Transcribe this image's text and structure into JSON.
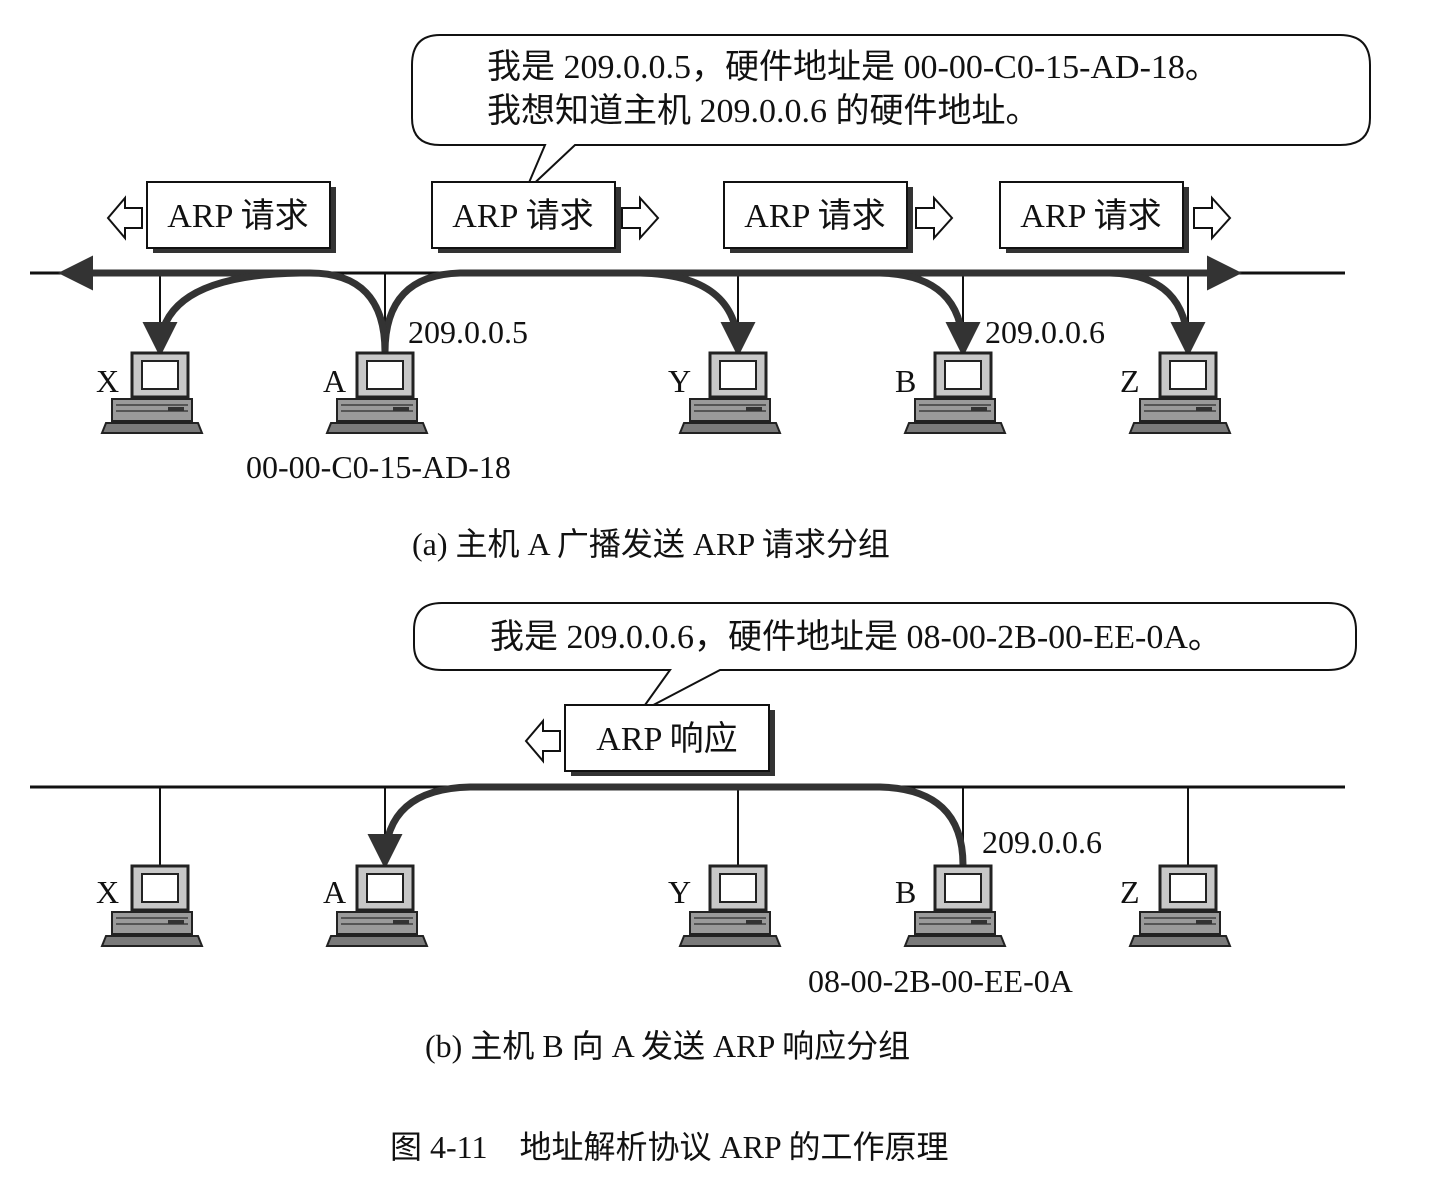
{
  "panel_a": {
    "bubble_line1": "我是 209.0.0.5，硬件地址是 00-00-C0-15-AD-18。",
    "bubble_line2": "我想知道主机 209.0.0.6 的硬件地址。",
    "packet_label": "ARP 请求",
    "hosts": [
      "X",
      "A",
      "Y",
      "B",
      "Z"
    ],
    "a_ip": "209.0.0.5",
    "b_ip": "209.0.0.6",
    "a_mac": "00-00-C0-15-AD-18",
    "caption": "(a) 主机 A 广播发送 ARP 请求分组"
  },
  "panel_b": {
    "bubble_line1": "我是 209.0.0.6，硬件地址是 08-00-2B-00-EE-0A。",
    "packet_label": "ARP 响应",
    "hosts": [
      "X",
      "A",
      "Y",
      "B",
      "Z"
    ],
    "b_ip": "209.0.0.6",
    "b_mac": "08-00-2B-00-EE-0A",
    "caption": "(b) 主机 B 向 A 发送 ARP 响应分组"
  },
  "figure_caption": "图 4-11    地址解析协议 ARP 的工作原理"
}
